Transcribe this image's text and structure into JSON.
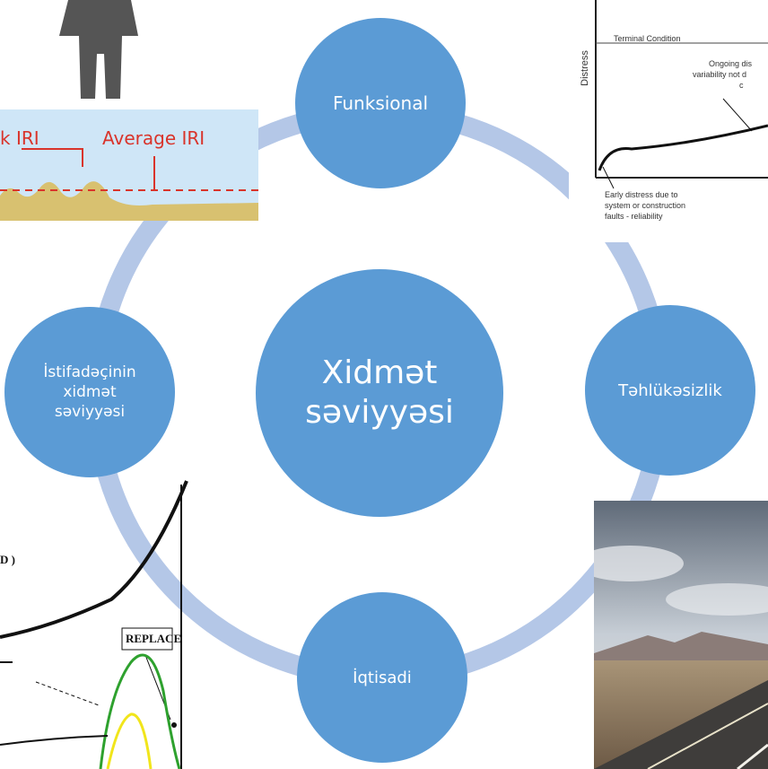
{
  "center": {
    "label_line1": "Xidmət",
    "label_line2": "səviyyəsi"
  },
  "nodes": {
    "top": "Funksional",
    "right": "Təhlükəsizlik",
    "bottom": "İqtisadi",
    "left_line1": "İstifadəçinin",
    "left_line2": "xidmət",
    "left_line3": "səviyyəsi"
  },
  "iri_panel": {
    "label_peak": "k IRI",
    "label_average": "Average IRI"
  },
  "distress_panel": {
    "axis_label": "Distress",
    "terminal": "Terminal Condition",
    "ongoing_line1": "Ongoing dis",
    "ongoing_line2": "variability not d",
    "ongoing_line3": "c",
    "early_line1": "Early distress due to",
    "early_line2": "system or construction",
    "early_line3": "faults - reliability"
  },
  "replace_panel": {
    "replace_label": "REPLACE",
    "fragment": "D )"
  },
  "colors": {
    "node": "#5b9bd5",
    "ring": "#b4c7e7",
    "iri_sky": "#cfe6f7",
    "iri_red": "#d9342b",
    "iri_ground": "#d8c170"
  }
}
